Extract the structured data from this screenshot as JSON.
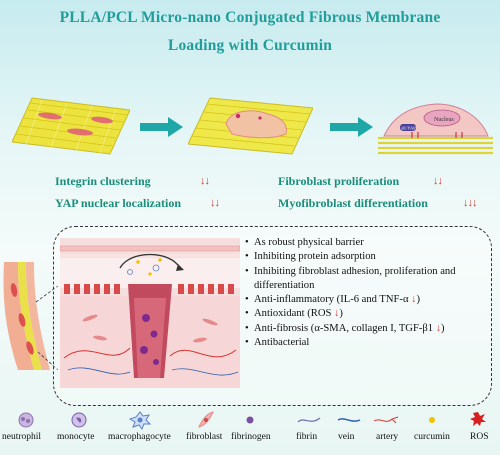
{
  "title": {
    "line1": "PLLA/PCL Micro-nano Conjugated  Fibrous Membrane",
    "line2": "Loading with Curcumin"
  },
  "stage3": {
    "nucleus_label": "Nucleus",
    "complex_label": "β1/YAP"
  },
  "effects": [
    {
      "label": "Integrin clustering",
      "arrows": "↓↓"
    },
    {
      "label": "YAP nuclear localization",
      "arrows": "↓↓"
    },
    {
      "label": "Fibroblast proliferation",
      "arrows": "↓↓"
    },
    {
      "label": "Myofibroblast differentiation",
      "arrows": "↓↓↓"
    }
  ],
  "bullets": [
    {
      "text": "As robust physical barrier",
      "arrow": ""
    },
    {
      "text": "Inhibiting protein  adsorption",
      "arrow": ""
    },
    {
      "text": "Inhibiting fibroblast adhesion, proliferation and differentiation",
      "arrow": ""
    },
    {
      "text": "Anti-inflammatory (IL-6 and TNF-α ",
      "arrow": "↓",
      "tail": ")"
    },
    {
      "text": "Antioxidant  (ROS ",
      "arrow": "↓",
      "tail": ")"
    },
    {
      "text": "Anti-fibrosis (α-SMA, collagen I, TGF-β1 ",
      "arrow": "↓",
      "tail": ")"
    },
    {
      "text": "Antibacterial",
      "arrow": ""
    }
  ],
  "legend": [
    {
      "label": "neutrophil",
      "icon": "neutrophil-icon",
      "color": "#8e6fb0"
    },
    {
      "label": "monocyte",
      "icon": "monocyte-icon",
      "color": "#7a5fa8"
    },
    {
      "label": "macrophagocyte",
      "icon": "macrophagocyte-icon",
      "color": "#5b7fc4"
    },
    {
      "label": "fibroblast",
      "icon": "fibroblast-icon",
      "color": "#e58b8b"
    },
    {
      "label": "fibrinogen",
      "icon": "fibrinogen-icon",
      "color": "#7d4fa0"
    },
    {
      "label": "fibrin",
      "icon": "fibrin-icon",
      "color": "#6a6fb5"
    },
    {
      "label": "vein",
      "icon": "vein-icon",
      "color": "#2b5fb0"
    },
    {
      "label": "artery",
      "icon": "artery-icon",
      "color": "#d9332f"
    },
    {
      "label": "curcumin",
      "icon": "curcumin-icon",
      "color": "#f2c200"
    },
    {
      "label": "ROS",
      "icon": "ros-icon",
      "color": "#d61f1f"
    }
  ],
  "colors": {
    "title": "#1f9e9a",
    "effect_text": "#1a8e7a",
    "down_arrow": "#d9332f",
    "membrane": "#e9df3b",
    "process_arrow": "#1fa7a7"
  }
}
